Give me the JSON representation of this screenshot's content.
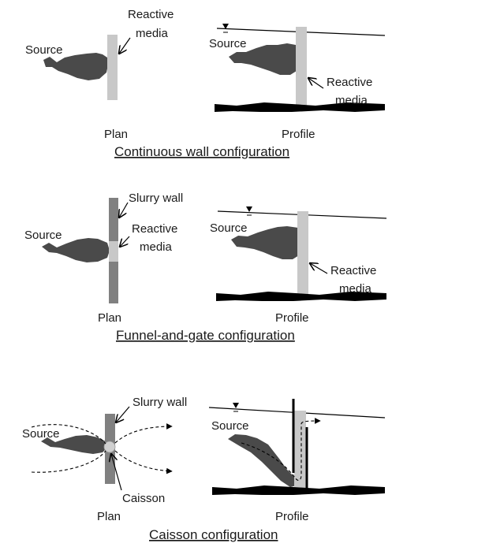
{
  "sections": [
    {
      "caption": "Continuous wall configuration",
      "plan": {
        "label": "Plan",
        "source": "Source",
        "reactive_line1": "Reactive",
        "reactive_line2": "media"
      },
      "profile": {
        "label": "Profile",
        "source": "Source",
        "reactive_line1": "Reactive",
        "reactive_line2": "media"
      }
    },
    {
      "caption": "Funnel-and-gate configuration",
      "plan": {
        "label": "Plan",
        "source": "Source",
        "slurry": "Slurry wall",
        "reactive_line1": "Reactive",
        "reactive_line2": "media"
      },
      "profile": {
        "label": "Profile",
        "source": "Source",
        "reactive_line1": "Reactive",
        "reactive_line2": "media"
      }
    },
    {
      "caption": "Caisson configuration",
      "plan": {
        "label": "Plan",
        "source": "Source",
        "slurry": "Slurry wall",
        "caisson": "Caisson"
      },
      "profile": {
        "label": "Profile",
        "source": "Source"
      }
    }
  ],
  "colors": {
    "plume": "#4a4a4a",
    "reactive_media": "#c8c8c8",
    "slurry_wall": "#808080",
    "ground": "#000000",
    "line": "#000000"
  }
}
